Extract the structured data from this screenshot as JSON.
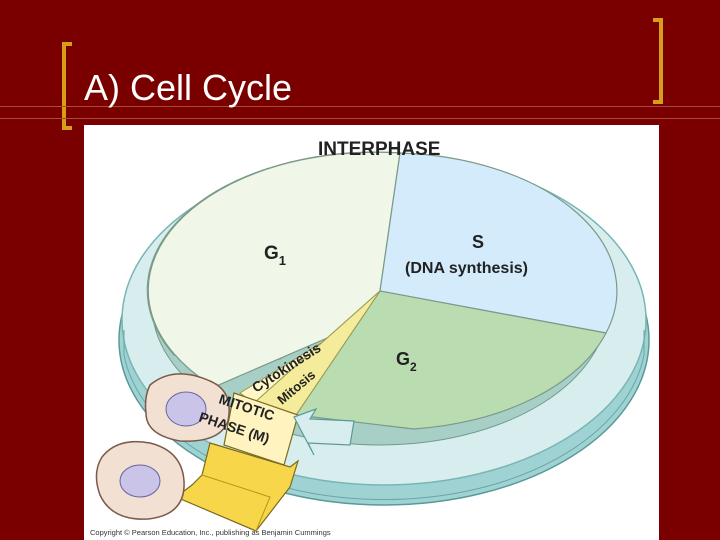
{
  "slide": {
    "title": "A) Cell Cycle"
  },
  "diagram": {
    "interphase_label": "INTERPHASE",
    "g1_label": "G",
    "g1_subscript": "1",
    "s_label": "S",
    "s_sublabel": "(DNA synthesis)",
    "g2_label": "G",
    "g2_subscript": "2",
    "cytokinesis_label": "Cytokinesis",
    "mitosis_label": "Mitosis",
    "mitotic_line1": "MITOTIC",
    "mitotic_line2": "PHASE (M)",
    "copyright": "Copyright © Pearson Education, Inc., publishing as Benjamin Cummings"
  },
  "colors": {
    "background": "#7a0000",
    "accent_bracket": "#d4a017",
    "title_text": "#ffffff",
    "g1_fill": "#f1f7e8",
    "s_fill": "#d3ebfa",
    "g2_fill": "#b9dcb0",
    "ring_fill": "#d8eeee",
    "ring_side": "#9fd3d3",
    "mitosis_fill": "#f4ec9a"
  }
}
